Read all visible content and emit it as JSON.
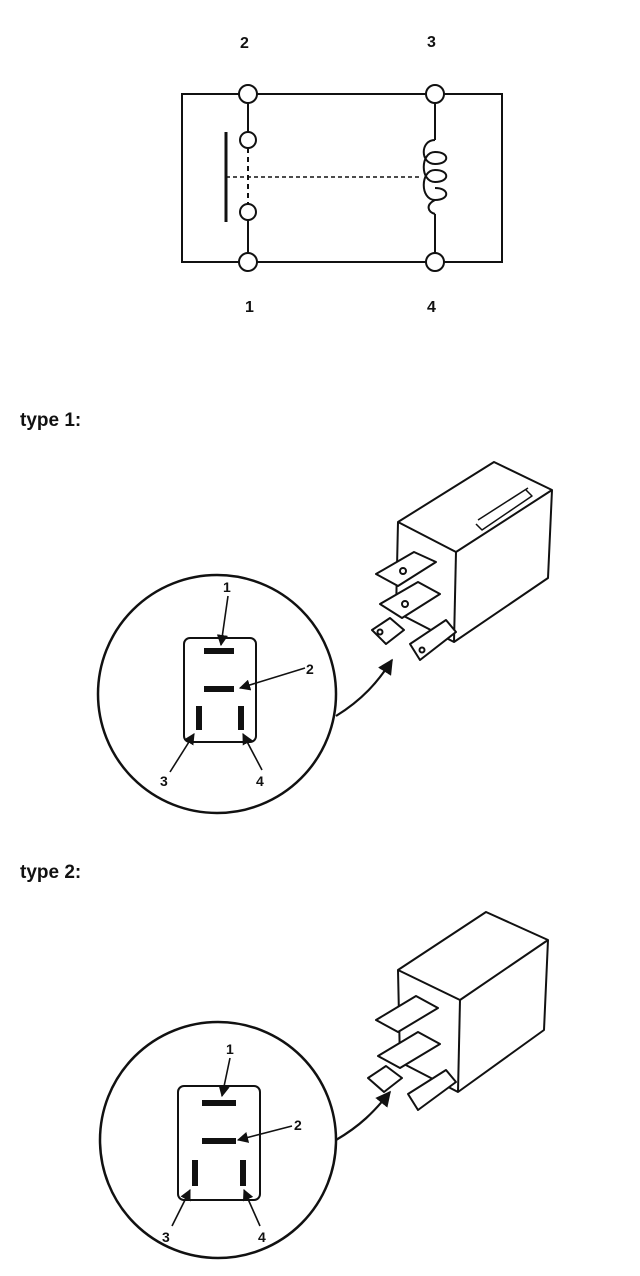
{
  "schematic": {
    "terminal_labels": [
      "2",
      "3",
      "1",
      "4"
    ]
  },
  "sections": [
    {
      "title": "type 1:",
      "pin_labels": [
        "1",
        "2",
        "3",
        "4"
      ]
    },
    {
      "title": "type 2:",
      "pin_labels": [
        "1",
        "2",
        "3",
        "4"
      ]
    }
  ],
  "colors": {
    "ink": "#111111",
    "background": "#ffffff"
  }
}
